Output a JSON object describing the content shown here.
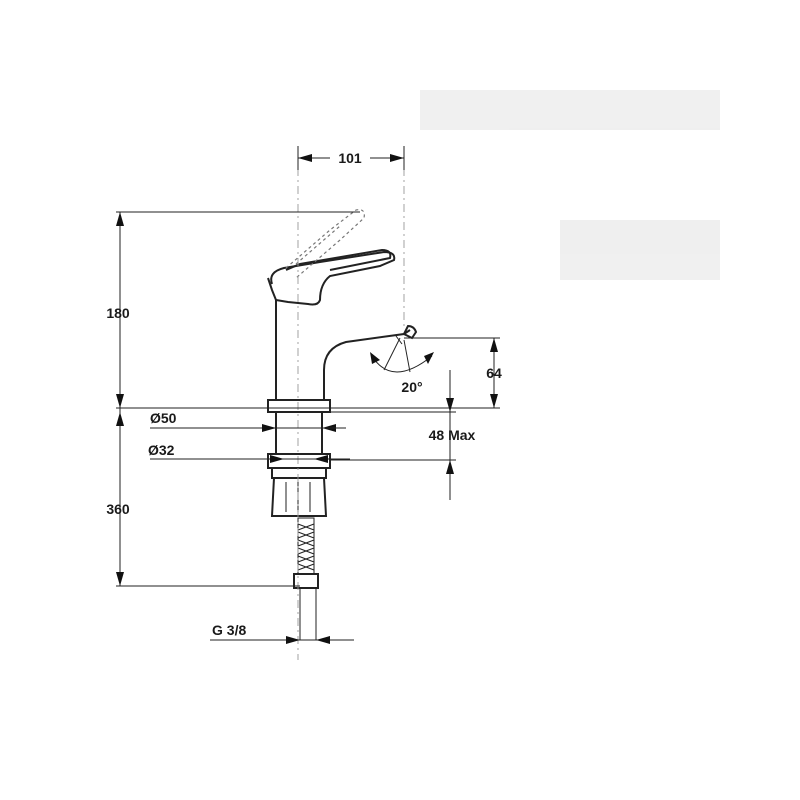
{
  "dimensions": {
    "spout_reach": "101",
    "spout_height": "180",
    "hose_length": "360",
    "outlet_height": "64",
    "body_diameter": "Ø50",
    "hole_diameter": "Ø32",
    "deck_thickness": "48 Max",
    "connection": "G 3/8",
    "spray_angle": "20°"
  }
}
